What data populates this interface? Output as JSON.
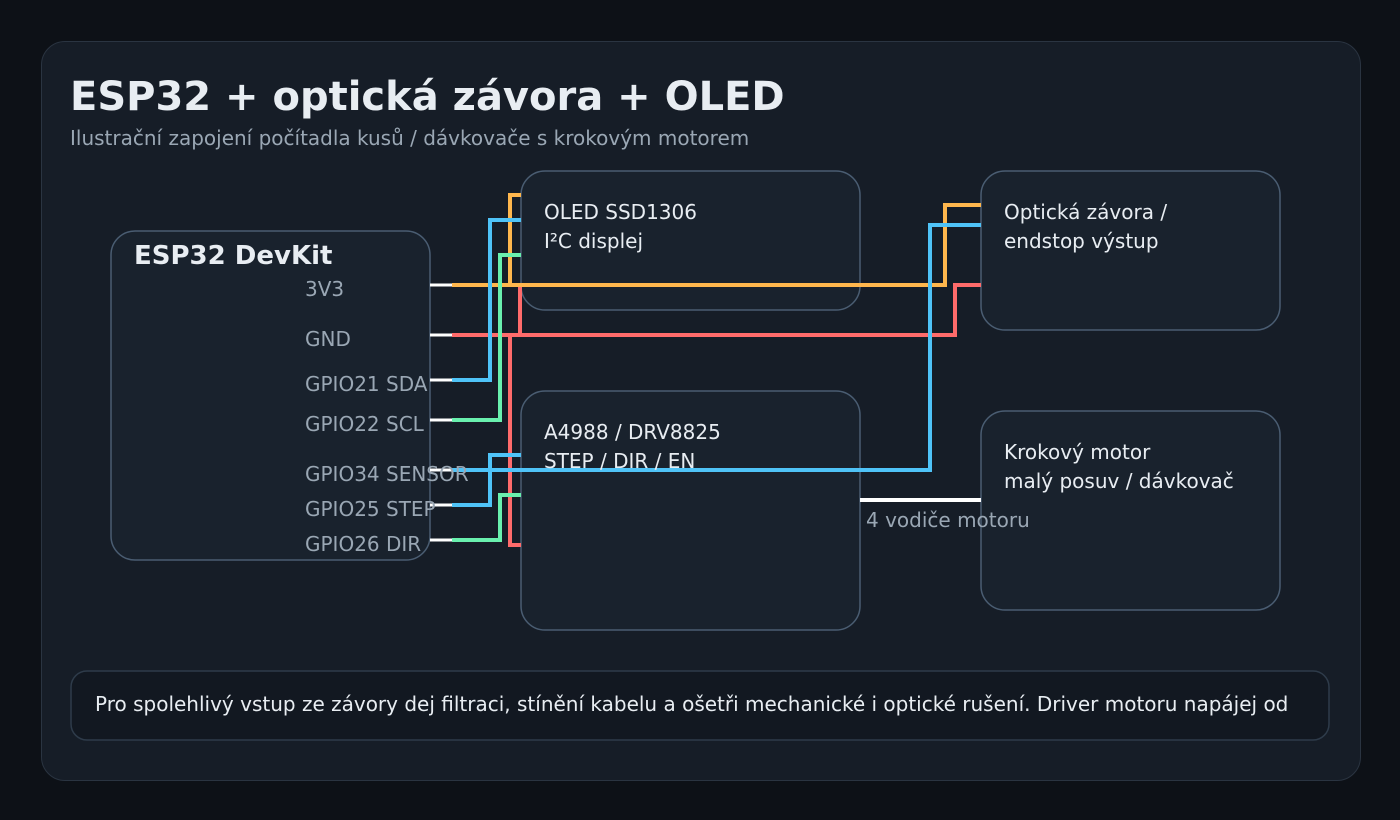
{
  "title": "ESP32 + optická závora + OLED",
  "subtitle": "Ilustrační zapojení počítadla kusů / dávkovače s krokovým motorem",
  "esp32": {
    "label": "ESP32 DevKit",
    "pins": [
      "3V3",
      "GND",
      "GPIO21 SDA",
      "GPIO22 SCL",
      "GPIO34 SENSOR",
      "GPIO25 STEP",
      "GPIO26 DIR"
    ]
  },
  "oled": {
    "line1": "OLED SSD1306",
    "line2": "I²C displej"
  },
  "driver": {
    "line1": "A4988 / DRV8825",
    "line2": "STEP / DIR / EN"
  },
  "sensor": {
    "line1": "Optická závora /",
    "line2": "endstop výstup"
  },
  "motor": {
    "line1": "Krokový motor",
    "line2": "malý posuv / dávkovač"
  },
  "motor_wire_label": "4 vodiče motoru",
  "note": "Pro spolehlivý vstup ze závory dej filtraci, stínění kabelu a ošetři mechanické i optické rušení. Driver motoru napájej od",
  "colors": {
    "power": "#ffb74d",
    "ground": "#ff6b6b",
    "signal_blue": "#4fc3f7",
    "signal_green": "#69f0ae",
    "motor": "#ffffff"
  }
}
